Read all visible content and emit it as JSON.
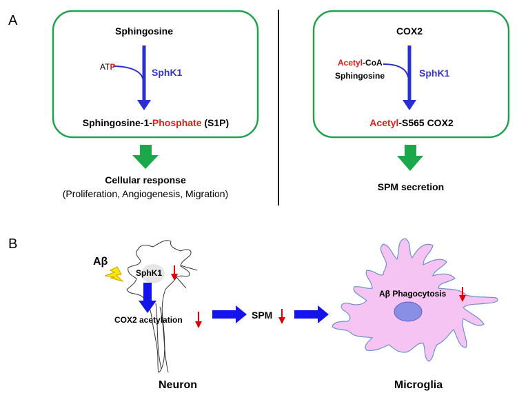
{
  "panel_a": {
    "label": "A",
    "left_box": {
      "substrate": "Sphingosine",
      "cofactor_black": "AT",
      "cofactor_red": "P",
      "enzyme": "SphK1",
      "product_part1": "Sphingosine-1-",
      "product_red": "Phosphate",
      "product_part2": " (S1P)"
    },
    "left_outcome": {
      "title": "Cellular response",
      "detail": "(Proliferation, Angiogenesis, Migration)"
    },
    "right_box": {
      "substrate": "COX2",
      "cofactor_red": "Acetyl",
      "cofactor_black": "-CoA",
      "cofactor2": "Sphingosine",
      "enzyme": "SphK1",
      "product_red": "Acetyl",
      "product_black": "-S565 COX2"
    },
    "right_outcome": {
      "title": "SPM secretion"
    }
  },
  "panel_b": {
    "label": "B",
    "stimulus": "Aβ",
    "enzyme": "SphK1",
    "process": "COX2 acetylation",
    "mediator": "SPM",
    "microglia_function": "Aβ Phagocytosis",
    "neuron_label": "Neuron",
    "microglia_label": "Microglia"
  },
  "colors": {
    "box_border": "#1fa34a",
    "enzyme_arrow": "#2a2fd0",
    "enzyme_text": "#3535c8",
    "highlight_red": "#e51a1a",
    "outcome_arrow": "#1aa84a",
    "flow_arrow": "#1414e6",
    "decrease_arrow": "#e00000",
    "microglia_fill": "#f6c4f2",
    "microglia_nucleus": "#8a8fe6",
    "lightning": "#ffe600"
  }
}
